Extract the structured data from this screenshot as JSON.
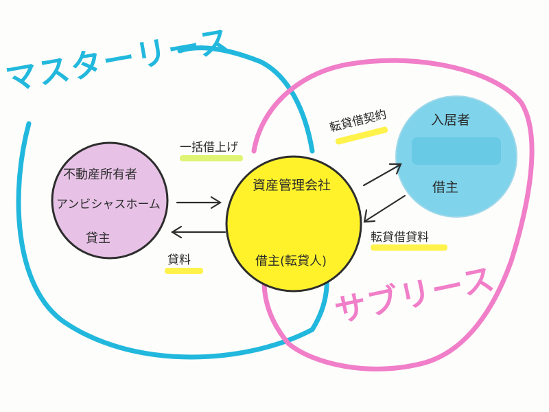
{
  "colors": {
    "master_lease": "#22b8dd",
    "sublease": "#f07ec8",
    "owner_fill": "#e7c2e6",
    "manager_fill": "#fff22a",
    "tenant_fill": "#7fd3ea",
    "highlight": "#d9f25a",
    "ink": "#2b2b2b"
  },
  "master_lease": {
    "title": "マスターリース"
  },
  "sublease": {
    "title": "サブリース"
  },
  "owner": {
    "line1": "不動産所有者",
    "line2": "アンビシャスホーム",
    "line3": "貸主"
  },
  "manager": {
    "line1": "資産管理会社",
    "line2": "借主(転貸人)"
  },
  "tenant": {
    "line1": "入居者",
    "line2": "借主"
  },
  "arrows": {
    "lump_lease": "一括借上げ",
    "rent": "貸料",
    "sublease_contract": "転貸借契約",
    "sublease_rent": "転貸借貸料"
  }
}
